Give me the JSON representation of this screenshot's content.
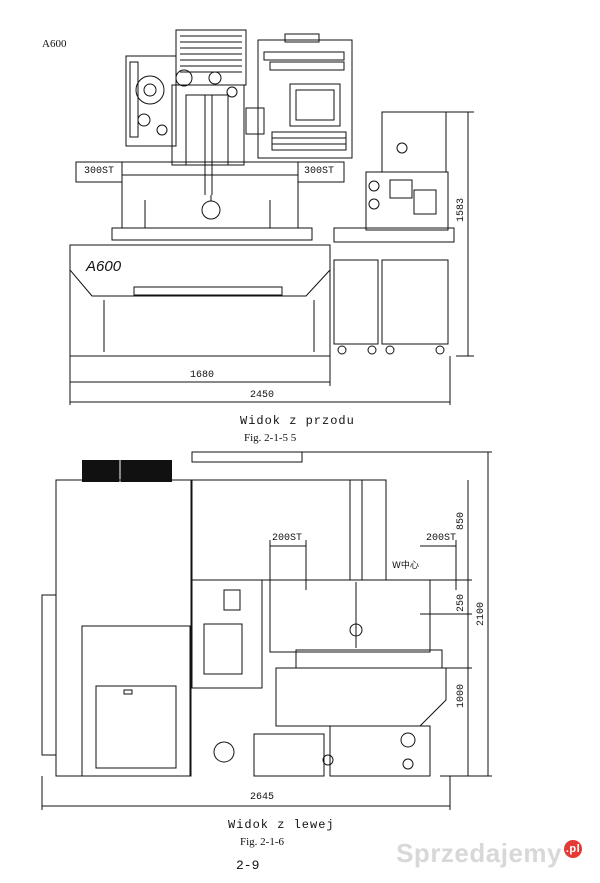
{
  "model_label": "A600",
  "front": {
    "brand_label": "A600",
    "dim_left_stroke": "300ST",
    "dim_right_stroke": "300ST",
    "dim_height": "1583",
    "dim_width_inner": "1680",
    "dim_width_total": "2450",
    "caption": "Widok z przodu",
    "fig": "Fig. 2-1-5 5"
  },
  "side": {
    "dim_stroke_left": "200ST",
    "dim_stroke_right": "200ST",
    "w_center": "W中心",
    "dim_850": "850",
    "dim_250": "250",
    "dim_2100": "2100",
    "dim_1000": "1000",
    "dim_width_total": "2645",
    "caption": "Widok z lewej",
    "fig": "Fig. 2-1-6"
  },
  "page_number": "2-9",
  "watermark": {
    "text": "Sprzedajemy",
    "badge": ".pl"
  }
}
